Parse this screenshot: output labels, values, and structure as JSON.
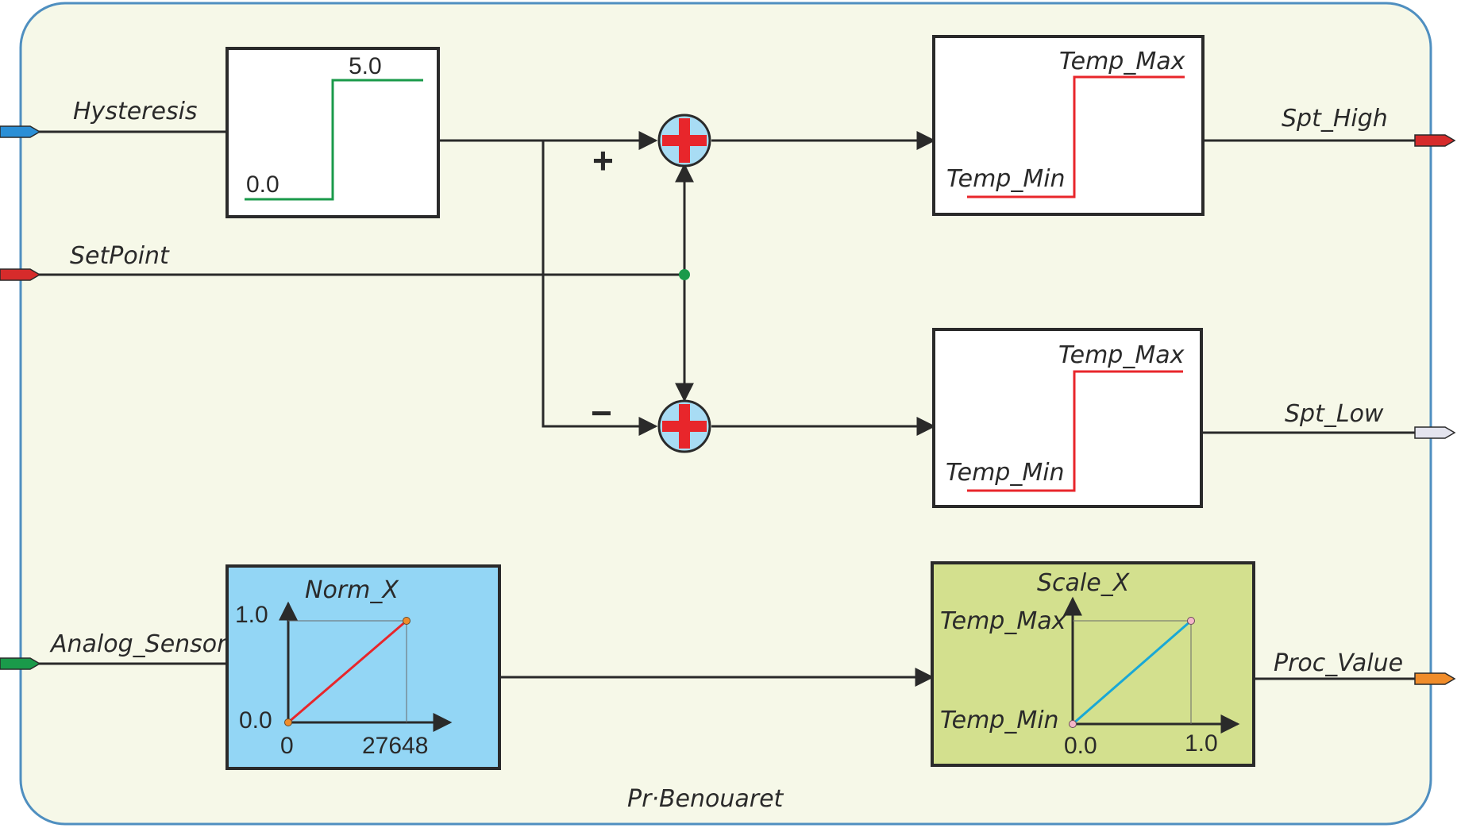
{
  "labels": {
    "hysteresis": "Hysteresis",
    "setpoint": "SetPoint",
    "analog_sensor": "Analog_Sensor",
    "spt_high": "Spt_High",
    "spt_low": "Spt_Low",
    "proc_value": "Proc_Value",
    "author": "Pr·Benouaret"
  },
  "hysteresis_block": {
    "high": "5.0",
    "low": "0.0"
  },
  "sum_signs": {
    "plus": "+",
    "minus": "−"
  },
  "limit_block_high": {
    "max": "Temp_Max",
    "min": "Temp_Min"
  },
  "limit_block_low": {
    "max": "Temp_Max",
    "min": "Temp_Min"
  },
  "norm_block": {
    "title": "Norm_X",
    "y_max": "1.0",
    "y_min": "0.0",
    "x_min": "0",
    "x_max": "27648"
  },
  "scale_block": {
    "title": "Scale_X",
    "y_max": "Temp_Max",
    "y_min": "Temp_Min",
    "x_min": "0.0",
    "x_max": "1.0"
  },
  "colors": {
    "panel_bg": "#f6f8e8",
    "panel_border": "#4f8fc0",
    "norm_bg": "#93d6f5",
    "scale_bg": "#d3e08e",
    "hysteresis_curve": "#1a9a4a",
    "limit_curve": "#e8262b",
    "norm_line": "#e8262b",
    "scale_line": "#19a8d6",
    "sum_fill": "#a8dcf4",
    "sum_cross": "#e8262b",
    "junction": "#1a9a4a",
    "port_hysteresis": "#2b8fd6",
    "port_setpoint": "#d62b2b",
    "port_analog": "#1a9a4a",
    "port_spt_high": "#d62b2b",
    "port_spt_low": "#e4e4ee",
    "port_proc_value": "#f08c2a"
  }
}
